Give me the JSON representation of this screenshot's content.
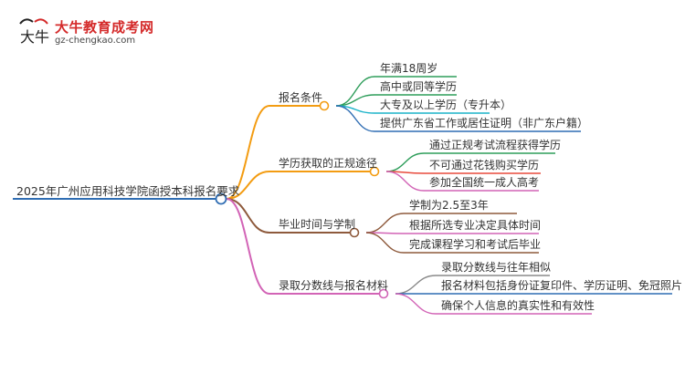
{
  "logo": {
    "brand": "大牛教育成考网",
    "url": "gz-chengkao.com",
    "mark_text": "大牛"
  },
  "root": {
    "label": "2025年广州应用科技学院函授本科报名要求"
  },
  "colors": {
    "root": "#2f6db3",
    "branches": [
      "#f39c12",
      "#f39c12",
      "#8e5a3c",
      "#d264b6"
    ],
    "leaves": [
      [
        "#2e9d5a",
        "#2e9d5a",
        "#1bb3c9",
        "#2f6db3"
      ],
      [
        "#2e9d5a",
        "#e84a3c",
        "#d264b6"
      ],
      [
        "#8e5a3c",
        "#d264b6",
        "#8e5a3c"
      ],
      [
        "#8a8a8a",
        "#2f6db3",
        "#d264b6"
      ]
    ]
  },
  "branches": [
    {
      "label": "报名条件",
      "leaves": [
        "年满18周岁",
        "高中或同等学历",
        "大专及以上学历（专升本）",
        "提供广东省工作或居住证明（非广东户籍）"
      ]
    },
    {
      "label": "学历获取的正规途径",
      "leaves": [
        "通过正规考试流程获得学历",
        "不可通过花钱购买学历",
        "参加全国统一成人高考"
      ]
    },
    {
      "label": "毕业时间与学制",
      "leaves": [
        "学制为2.5至3年",
        "根据所选专业决定具体时间",
        "完成课程学习和考试后毕业"
      ]
    },
    {
      "label": "录取分数线与报名材料",
      "leaves": [
        "录取分数线与往年相似",
        "报名材料包括身份证复印件、学历证明、免冠照片",
        "确保个人信息的真实性和有效性"
      ]
    }
  ]
}
